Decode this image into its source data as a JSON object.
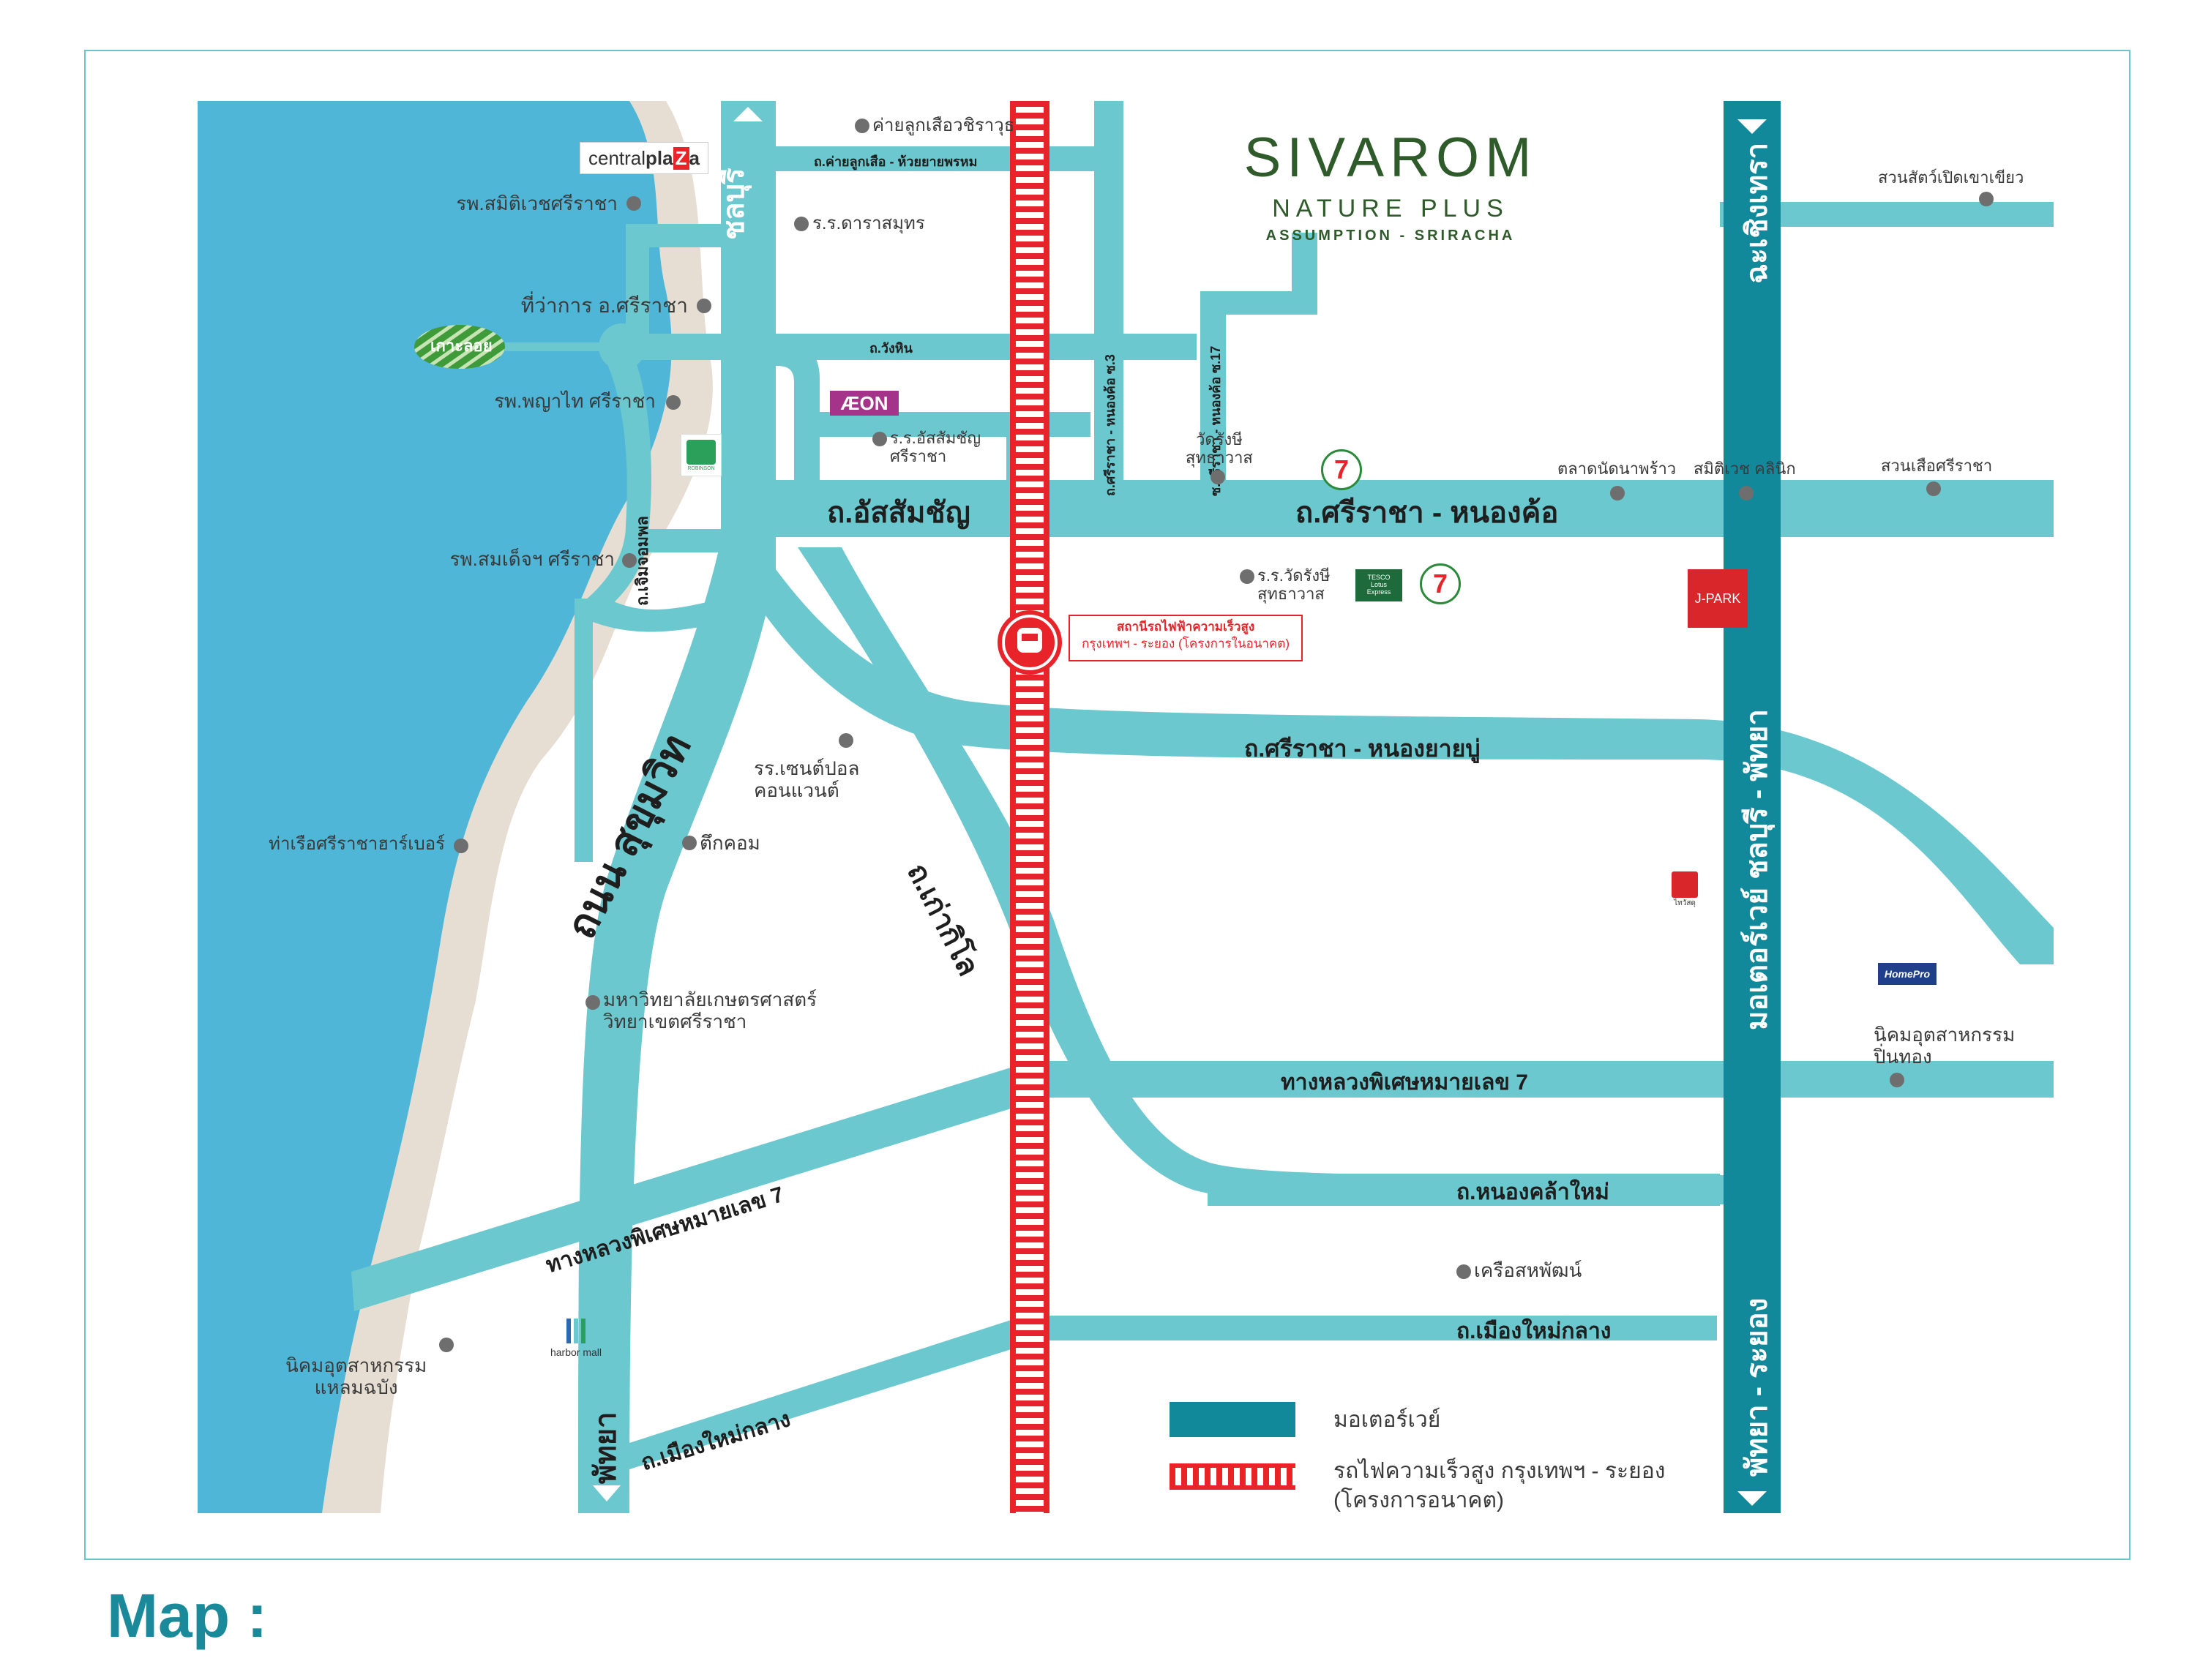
{
  "brand": {
    "name": "SIVAROM",
    "line2": "NATURE PLUS",
    "line3": "ASSUMPTION - SRIRACHA",
    "color": "#2f5a2a"
  },
  "colors": {
    "road": "#6cc8cf",
    "motorway": "#11899a",
    "sea": "#4fb6d8",
    "sand": "#e6ded2",
    "rail": "#e8232a"
  },
  "roads": {
    "chonburi": "ชลบุรี",
    "pattaya_bottom": "พัทยา",
    "sukhumvit": "ถนน สุขุมวิท",
    "jermjomphon": "ถ.เจิมจอมพล",
    "scout_road": "ถ.ค่ายลูกเสือ - ห้วยยายพรหม",
    "wangnin": "ถ.วังหิน",
    "soi3": "ถ.ศรีราชา - หนองค้อ ซ.3",
    "soi17": "ซ.ศรีราชา - หนองค้อ ซ.17",
    "assumption": "ถ.อัสสัมชัญ",
    "sriracha_nongkho": "ถ.ศรีราชา - หนองค้อ",
    "sriracha_nongyaiboo": "ถ.ศรีราชา - หนองยายบู่",
    "kaokilo": "ถ.เก่ากิโล",
    "highway7_right": "ทางหลวงพิเศษหมายเลข 7",
    "highway7_left": "ทางหลวงพิเศษหมายเลข 7",
    "nongkhla_mai": "ถ.หนองคล้าใหม่",
    "mueang_mai_klang_right": "ถ.เมืองใหม่กลาง",
    "mueang_mai_klang_left": "ถ.เมืองใหม่กลาง",
    "motorway_top": "ฉะเชิงเทรา",
    "motorway_mid": "มอเตอร์เวย์ ชลบุรี - พัทยา",
    "motorway_bottom": "พัทยา - ระยอง"
  },
  "places": {
    "scout_camp": "ค่ายลูกเสือวชิราวุธ",
    "central": "central",
    "plaza": "pla",
    "plaza_z": "Z",
    "plaza_a": "a",
    "samitivej_sriracha": "รพ.สมิติเวชศรีราชา",
    "school_sarasamut": "ร.ร.ดาราสมุทร",
    "district_office": "ที่ว่าการ อ.ศรีราชา",
    "koh_loy": "เกาะลอย",
    "phyathai": "รพ.พญาไท ศรีราชา",
    "aeon": "ÆON",
    "robinson": "ROBINSON",
    "school_assumption": "ร.ร.อัสสัมชัญ\nศรีราชา",
    "wat_rangsi": "วัดรังษี\nสุทธาวาส",
    "seven_a": "7",
    "seven_b": "7",
    "market": "ตลาดนัดนาพร้าว",
    "samitivej_clinic": "สมิติเวช คลินิก",
    "tiger_zoo": "สวนเสือศรีราชา",
    "khao_kheow": "สวนสัตว์เปิดเขาเขียว",
    "hospital_queen": "รพ.สมเด็จฯ ศรีราชา",
    "school_wat_rangsi": "ร.ร.วัดรังษี\nสุทธาวาส",
    "tesco": "TESCO\nLotus\nExpress",
    "jpark": "J-PARK",
    "station_line1": "สถานีรถไฟฟ้าความเร็วสูง",
    "station_line2": "กรุงเทพฯ - ระยอง (โครงการในอนาคต)",
    "st_paul": "รร.เซนต์ปอล\nคอนแวนต์",
    "port": "ท่าเรือศรีราชาฮาร์เบอร์",
    "tuk_com": "ตึกคอม",
    "kasetsart": "มหาวิทยาลัยเกษตรศาสตร์\nวิทยาเขตศรีราชา",
    "thaiwatsadu": "ไทวัสดุ",
    "homepro": "HomePro",
    "pinthong": "นิคมอุตสาหกรรม\nปิ่นทอง",
    "saha": "เครือสหพัฒน์",
    "laem_chabang": "นิคมอุตสาหกรรม\nแหลมฉบัง",
    "harbor_mall": "harbor mall"
  },
  "legend": {
    "motorway": "มอเตอร์เวย์",
    "rail_line1": "รถไฟความเร็วสูง กรุงเทพฯ - ระยอง",
    "rail_line2": "(โครงการอนาคต)"
  },
  "footer": {
    "title": "Map :"
  }
}
